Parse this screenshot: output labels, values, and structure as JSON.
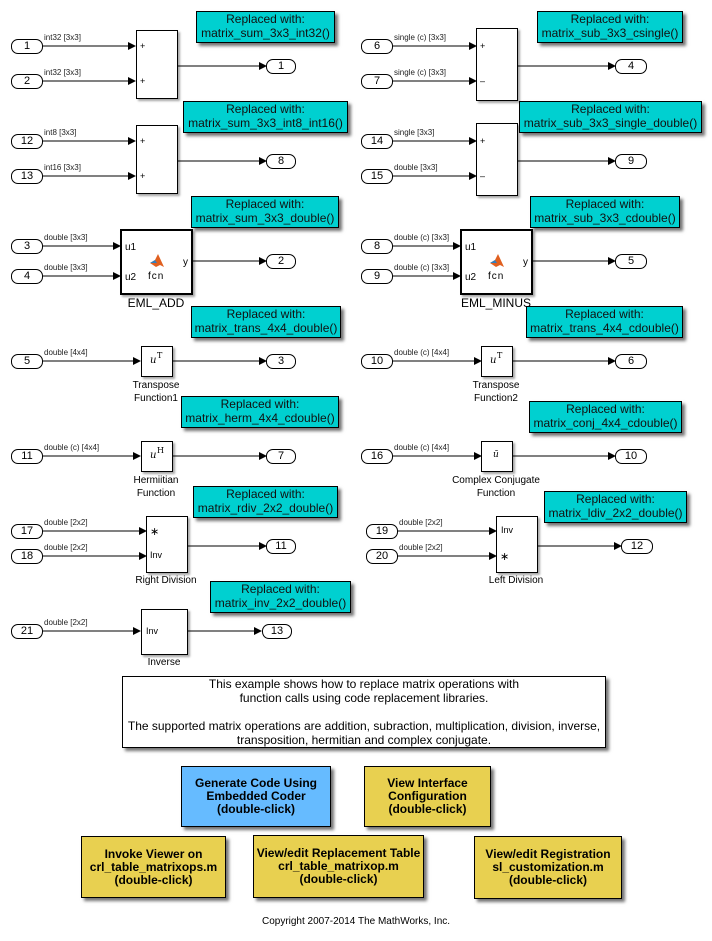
{
  "diagram": {
    "note_prefix": "Replaced with:",
    "inports": [
      {
        "id": "in1",
        "label": "1",
        "signal": "int32 [3x3]"
      },
      {
        "id": "in2",
        "label": "2",
        "signal": "int32 [3x3]"
      },
      {
        "id": "in12",
        "label": "12",
        "signal": "int8 [3x3]"
      },
      {
        "id": "in13",
        "label": "13",
        "signal": "int16 [3x3]"
      },
      {
        "id": "in3",
        "label": "3",
        "signal": "double [3x3]"
      },
      {
        "id": "in4",
        "label": "4",
        "signal": "double [3x3]"
      },
      {
        "id": "in5",
        "label": "5",
        "signal": "double [4x4]"
      },
      {
        "id": "in11",
        "label": "11",
        "signal": "double (c) [4x4]"
      },
      {
        "id": "in17",
        "label": "17",
        "signal": "double [2x2]"
      },
      {
        "id": "in18",
        "label": "18",
        "signal": "double [2x2]"
      },
      {
        "id": "in21",
        "label": "21",
        "signal": "double [2x2]"
      },
      {
        "id": "in6",
        "label": "6",
        "signal": "single (c) [3x3]"
      },
      {
        "id": "in7",
        "label": "7",
        "signal": "single (c) [3x3]"
      },
      {
        "id": "in14",
        "label": "14",
        "signal": "single [3x3]"
      },
      {
        "id": "in15",
        "label": "15",
        "signal": "double [3x3]"
      },
      {
        "id": "in8",
        "label": "8",
        "signal": "double (c) [3x3]"
      },
      {
        "id": "in9",
        "label": "9",
        "signal": "double (c) [3x3]"
      },
      {
        "id": "in10",
        "label": "10",
        "signal": "double (c) [4x4]"
      },
      {
        "id": "in16",
        "label": "16",
        "signal": "double (c) [4x4]"
      },
      {
        "id": "in19",
        "label": "19",
        "signal": "double [2x2]"
      },
      {
        "id": "in20",
        "label": "20",
        "signal": "double [2x2]"
      }
    ],
    "outports": [
      "1",
      "8",
      "2",
      "3",
      "7",
      "11",
      "13",
      "4",
      "9",
      "5",
      "6",
      "10",
      "12"
    ],
    "blocks": {
      "sum1": {
        "ports": [
          "+",
          "+"
        ]
      },
      "sum2": {
        "ports": [
          "+",
          "+"
        ]
      },
      "eml_add": {
        "name": "EML_ADD",
        "in1": "u1",
        "in2": "u2",
        "out": "y",
        "icon_text": "fcn"
      },
      "transpose1": {
        "name_line1": "Transpose",
        "name_line2": "Function1",
        "glyph": "u",
        "sup": "T"
      },
      "hermitian": {
        "name_line1": "Hermiitian",
        "name_line2": "Function",
        "glyph": "u",
        "sup": "H"
      },
      "rdiv": {
        "name": "Right Division",
        "ports": [
          "∗",
          "Inv"
        ]
      },
      "inverse": {
        "name": "Inverse",
        "port": "Inv"
      },
      "sub1": {
        "ports": [
          "+",
          "–"
        ]
      },
      "sub2": {
        "ports": [
          "+",
          "–"
        ]
      },
      "eml_minus": {
        "name": "EML_MINUS",
        "in1": "u1",
        "in2": "u2",
        "out": "y",
        "icon_text": "fcn"
      },
      "transpose2": {
        "name_line1": "Transpose",
        "name_line2": "Function2",
        "glyph": "u",
        "sup": "T"
      },
      "conj": {
        "name_line1": "Complex Conjugate",
        "name_line2": "Function",
        "glyph": "ū"
      },
      "ldiv": {
        "name": "Left Division",
        "ports": [
          "Inv",
          "∗"
        ]
      }
    },
    "notes": [
      "matrix_sum_3x3_int32()",
      "matrix_sum_3x3_int8_int16()",
      "matrix_sum_3x3_double()",
      "matrix_trans_4x4_double()",
      "matrix_herm_4x4_cdouble()",
      "matrix_rdiv_2x2_double()",
      "matrix_inv_2x2_double()",
      "matrix_sub_3x3_csingle()",
      "matrix_sub_3x3_single_double()",
      "matrix_sub_3x3_cdouble()",
      "matrix_trans_4x4_cdouble()",
      "matrix_conj_4x4_cdouble()",
      "matrix_ldiv_2x2_double()"
    ]
  },
  "description": {
    "line1": "This example shows how to replace matrix operations with",
    "line2": "function calls using code replacement libraries.",
    "line3": "The supported matrix operations are addition, subraction, multiplication, division, inverse,",
    "line4": "transposition, hermitian and  complex conjugate."
  },
  "buttons": {
    "generate_code": {
      "l1": "Generate Code Using",
      "l2": "Embedded Coder",
      "l3": "(double-click)",
      "color": "#66bbff"
    },
    "view_interface": {
      "l1": "View Interface",
      "l2": "Configuration",
      "l3": "(double-click)",
      "color": "#e8d050"
    },
    "invoke_viewer": {
      "l1": "Invoke Viewer on",
      "l2": "crl_table_matrixops.m",
      "l3": "(double-click)",
      "color": "#e8d050"
    },
    "view_table": {
      "l1": "View/edit Replacement Table",
      "l2": "crl_table_matrixop.m",
      "l3": "(double-click)",
      "color": "#e8d050"
    },
    "view_registration": {
      "l1": "View/edit Registration",
      "l2": "sl_customization.m",
      "l3": "(double-click)",
      "color": "#e8d050"
    }
  },
  "colors": {
    "note_bg": "#00d0d0"
  },
  "copyright": "Copyright 2007-2014 The MathWorks, Inc."
}
